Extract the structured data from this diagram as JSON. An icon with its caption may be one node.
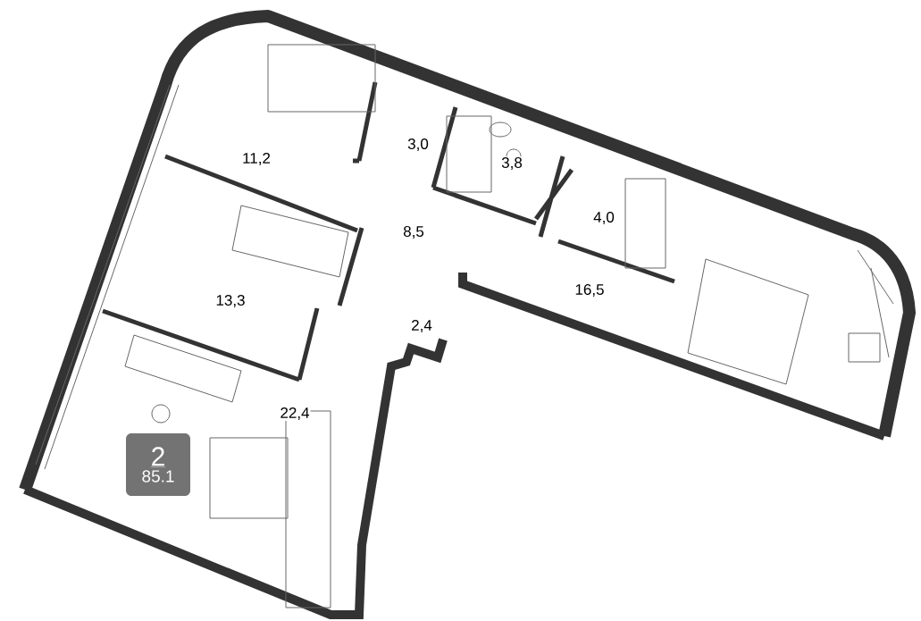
{
  "diagram": {
    "nodes": [
      {
        "text": [
          "2",
          "85.1"
        ]
      }
    ],
    "labels": [
      "11,2",
      "3,0",
      "3,8",
      "4,0",
      "8,5",
      "13,3",
      "2,4",
      "16,5",
      "22,4"
    ]
  }
}
